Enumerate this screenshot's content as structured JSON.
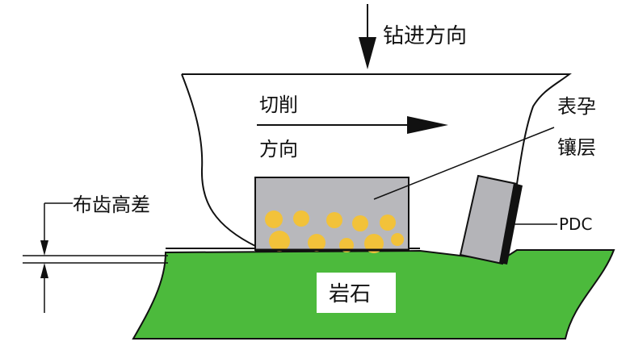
{
  "labels": {
    "drilling_direction": "钻进方向",
    "cutting_direction_line1": "切削",
    "cutting_direction_line2": "方向",
    "impregnated_layer_line1": "表孕",
    "impregnated_layer_line2": "镶层",
    "tooth_height_difference": "布齿高差",
    "pdc": "PDC",
    "rock": "岩石"
  },
  "colors": {
    "rock": "#4cba3c",
    "insert": "#b8b8bc",
    "pdc": "#b4b4b8",
    "particle": "#f2c23a",
    "outline": "#111111",
    "label_box": "#ffffff"
  }
}
